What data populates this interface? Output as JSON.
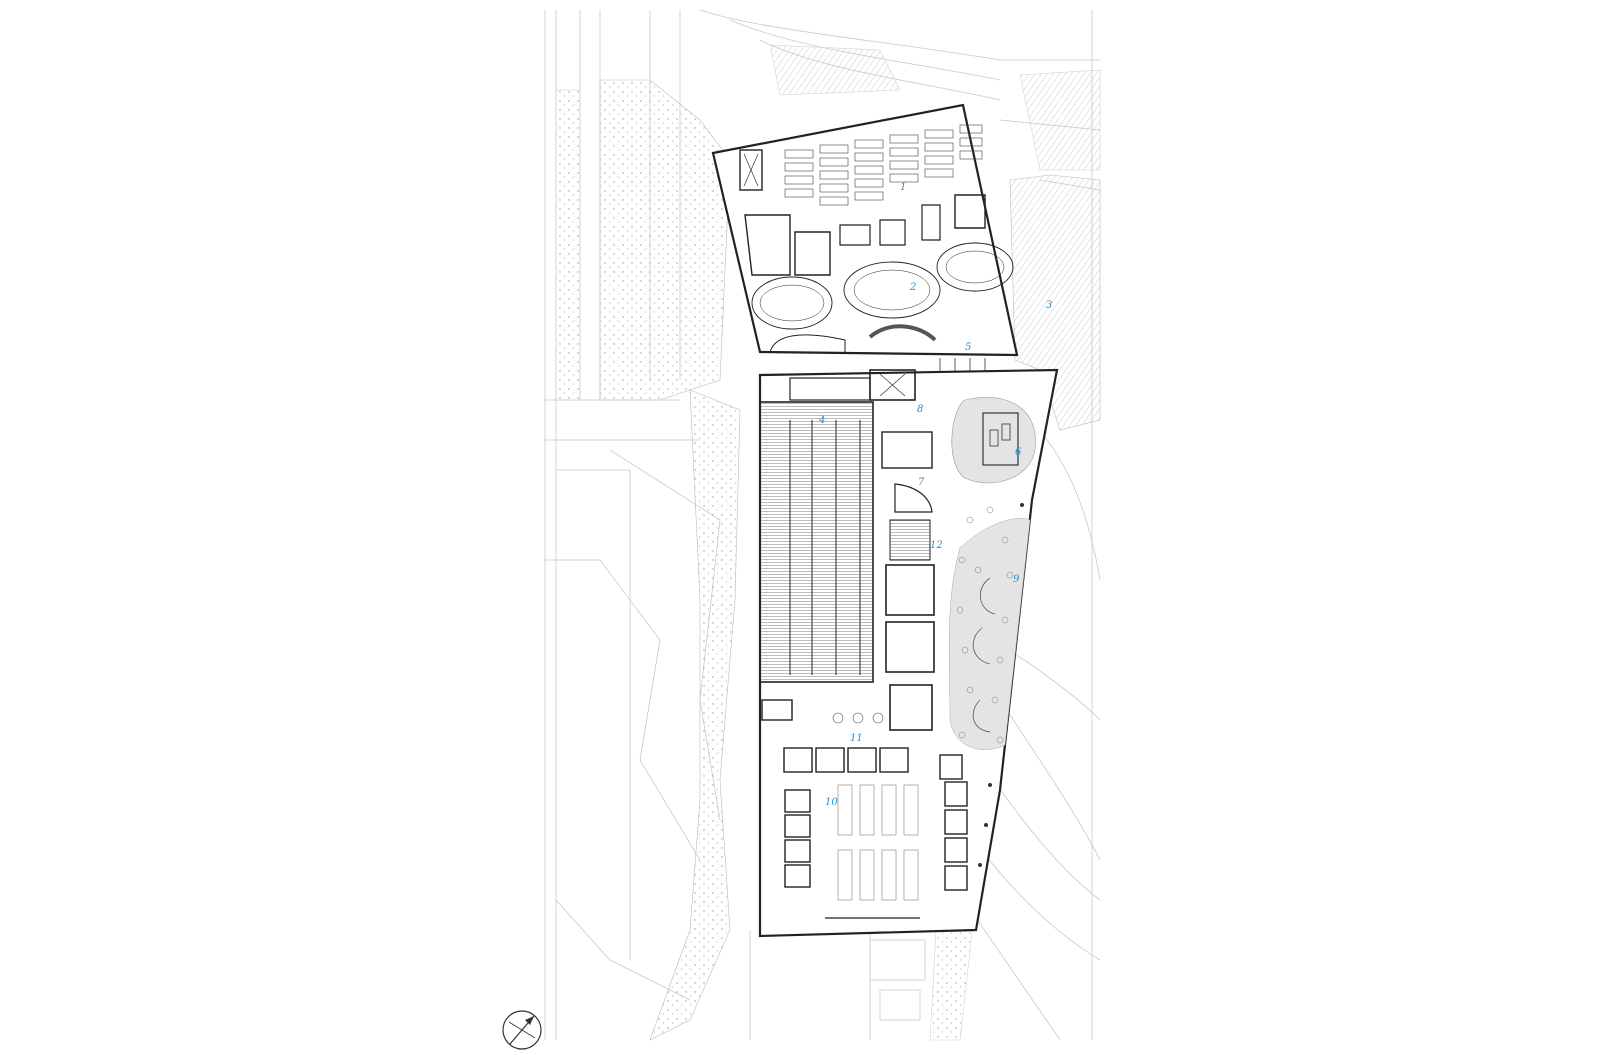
{
  "plan_labels": [
    {
      "id": "1",
      "text": "1"
    },
    {
      "id": "2",
      "text": "2"
    },
    {
      "id": "3",
      "text": "3"
    },
    {
      "id": "4",
      "text": "4"
    },
    {
      "id": "5",
      "text": "5"
    },
    {
      "id": "6",
      "text": "6"
    },
    {
      "id": "7",
      "text": "7"
    },
    {
      "id": "8",
      "text": "8"
    },
    {
      "id": "9",
      "text": "9"
    },
    {
      "id": "10",
      "text": "10"
    },
    {
      "id": "11",
      "text": "11"
    },
    {
      "id": "12",
      "text": "12"
    }
  ],
  "north_arrow": {
    "icon": "north-arrow-icon"
  },
  "colors": {
    "label": "#2b8fd6",
    "wall": "#222222",
    "site_line": "#c8c8c8",
    "hatch_zone": "#d9d9d9",
    "lounge_fill": "#e4e4e4"
  }
}
